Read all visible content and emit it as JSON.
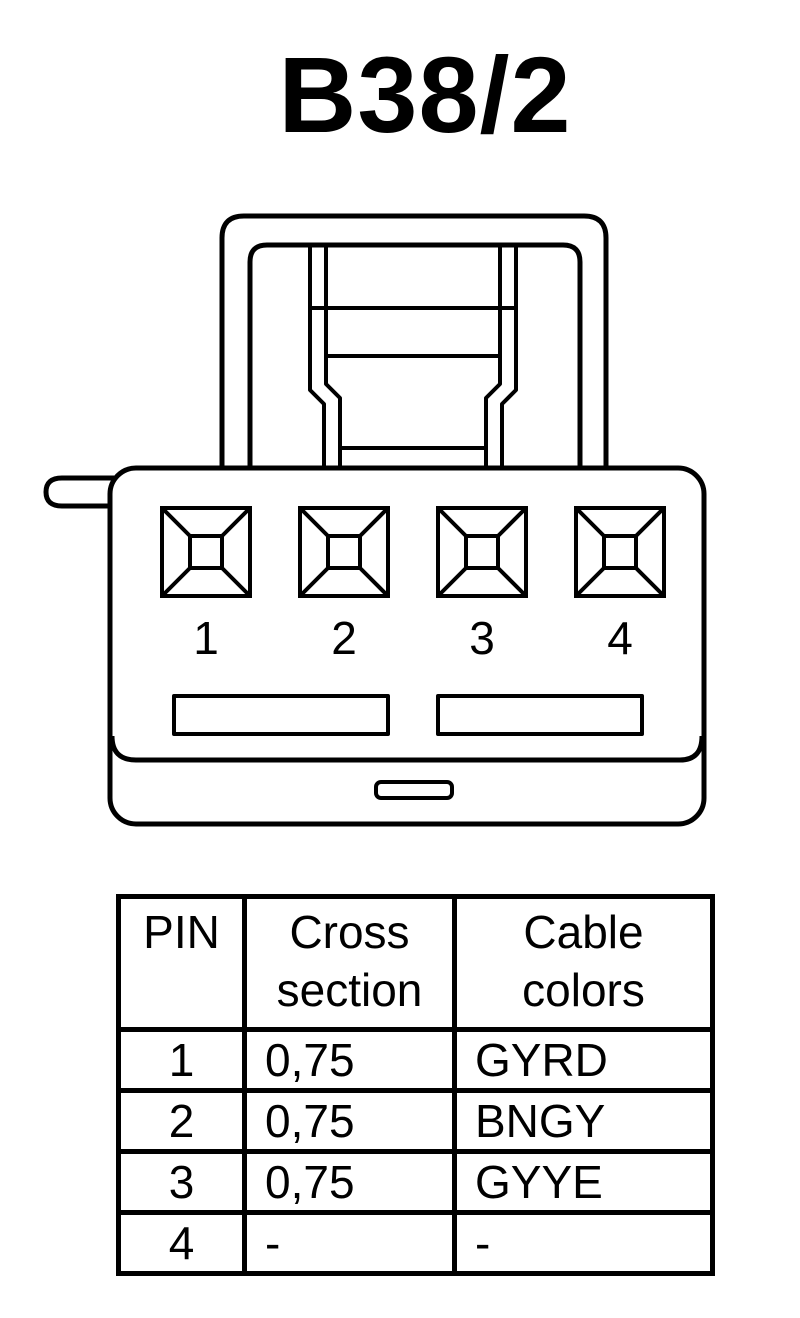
{
  "title": "B38/2",
  "connector": {
    "pin_numbers": [
      "1",
      "2",
      "3",
      "4"
    ]
  },
  "table": {
    "headers": {
      "pin": "PIN",
      "cross_section": [
        "Cross",
        "section"
      ],
      "cable_colors": [
        "Cable",
        "colors"
      ]
    },
    "rows": [
      {
        "pin": "1",
        "cross_section": "0,75",
        "color": "GYRD"
      },
      {
        "pin": "2",
        "cross_section": "0,75",
        "color": "BNGY"
      },
      {
        "pin": "3",
        "cross_section": "0,75",
        "color": "GYYE"
      },
      {
        "pin": "4",
        "cross_section": "-",
        "color": "-"
      }
    ]
  },
  "colors": {
    "stroke": "#000000",
    "background": "#ffffff"
  }
}
